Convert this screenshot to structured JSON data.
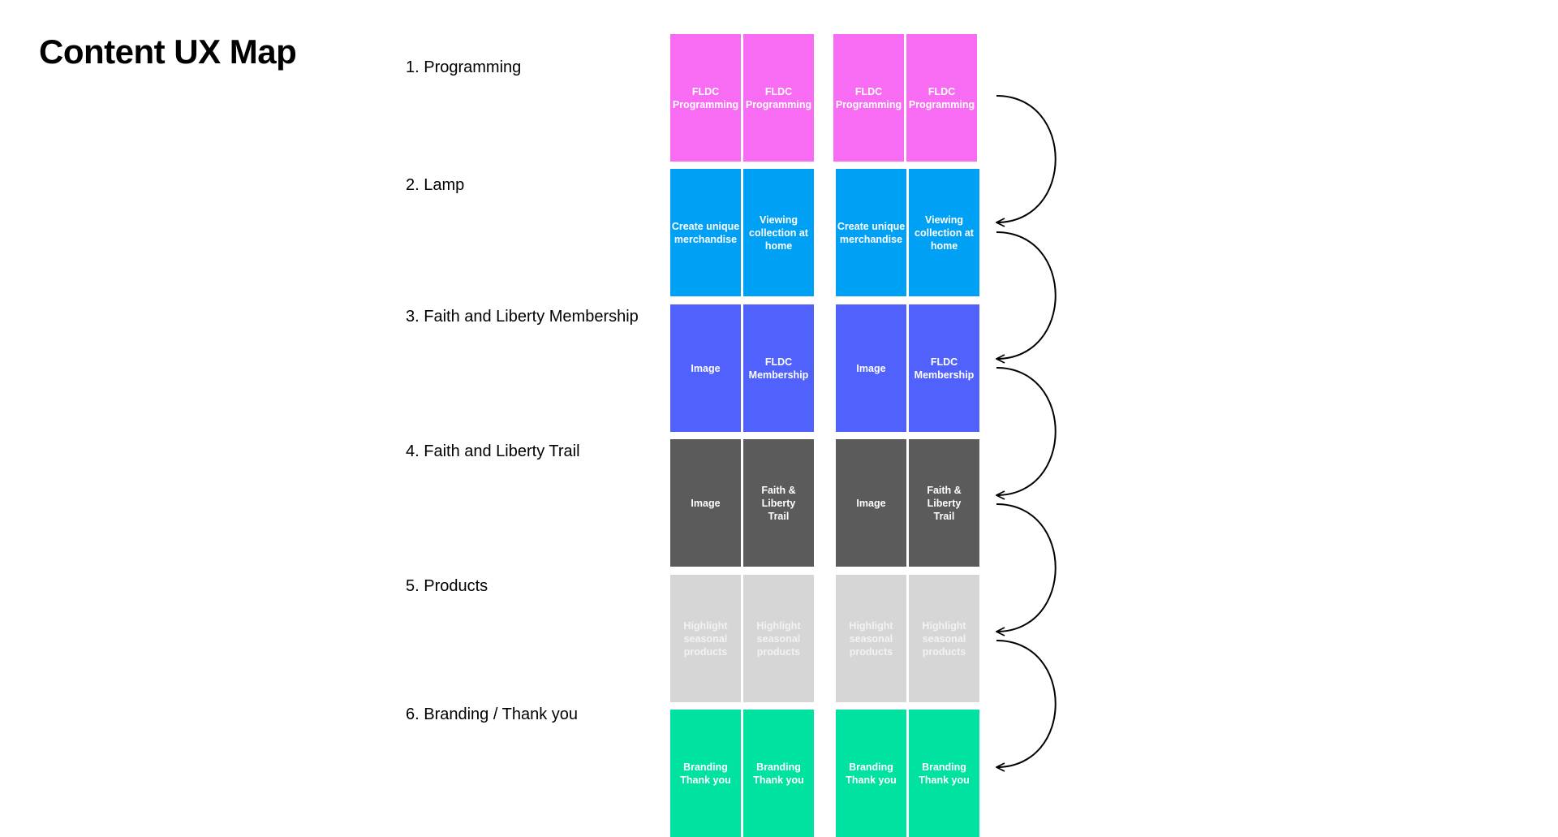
{
  "title": "Content UX Map",
  "steps": [
    {
      "label": "1. Programming",
      "color": "#f76cf3",
      "text_color": "#ffffff",
      "tiles": [
        "FLDC\nProgramming",
        "FLDC\nProgramming"
      ]
    },
    {
      "label": "2. Lamp",
      "color": "#00a0f5",
      "text_color": "#ffffff",
      "tiles": [
        "Create unique\nmerchandise",
        "Viewing\ncollection at\nhome"
      ]
    },
    {
      "label": "3. Faith and Liberty Membership",
      "color": "#5161fb",
      "text_color": "#ffffff",
      "tiles": [
        "Image",
        "FLDC\nMembership"
      ]
    },
    {
      "label": "4. Faith and Liberty Trail",
      "color": "#5b5b5b",
      "text_color": "#ffffff",
      "tiles": [
        "Image",
        "Faith &\nLiberty\nTrail"
      ]
    },
    {
      "label": "5. Products",
      "color": "#d6d6d6",
      "text_color": "#f2f2f2",
      "tiles": [
        "Highlight\nseasonal\nproducts",
        "Highlight\nseasonal\nproducts"
      ]
    },
    {
      "label": "6. Branding / Thank you",
      "color": "#00e3a0",
      "text_color": "#ffffff",
      "tiles": [
        "Branding\nThank you",
        "Branding\nThank you"
      ]
    }
  ],
  "arrow_icon": "curved-arrow-icon",
  "arrow_color": "#000000"
}
